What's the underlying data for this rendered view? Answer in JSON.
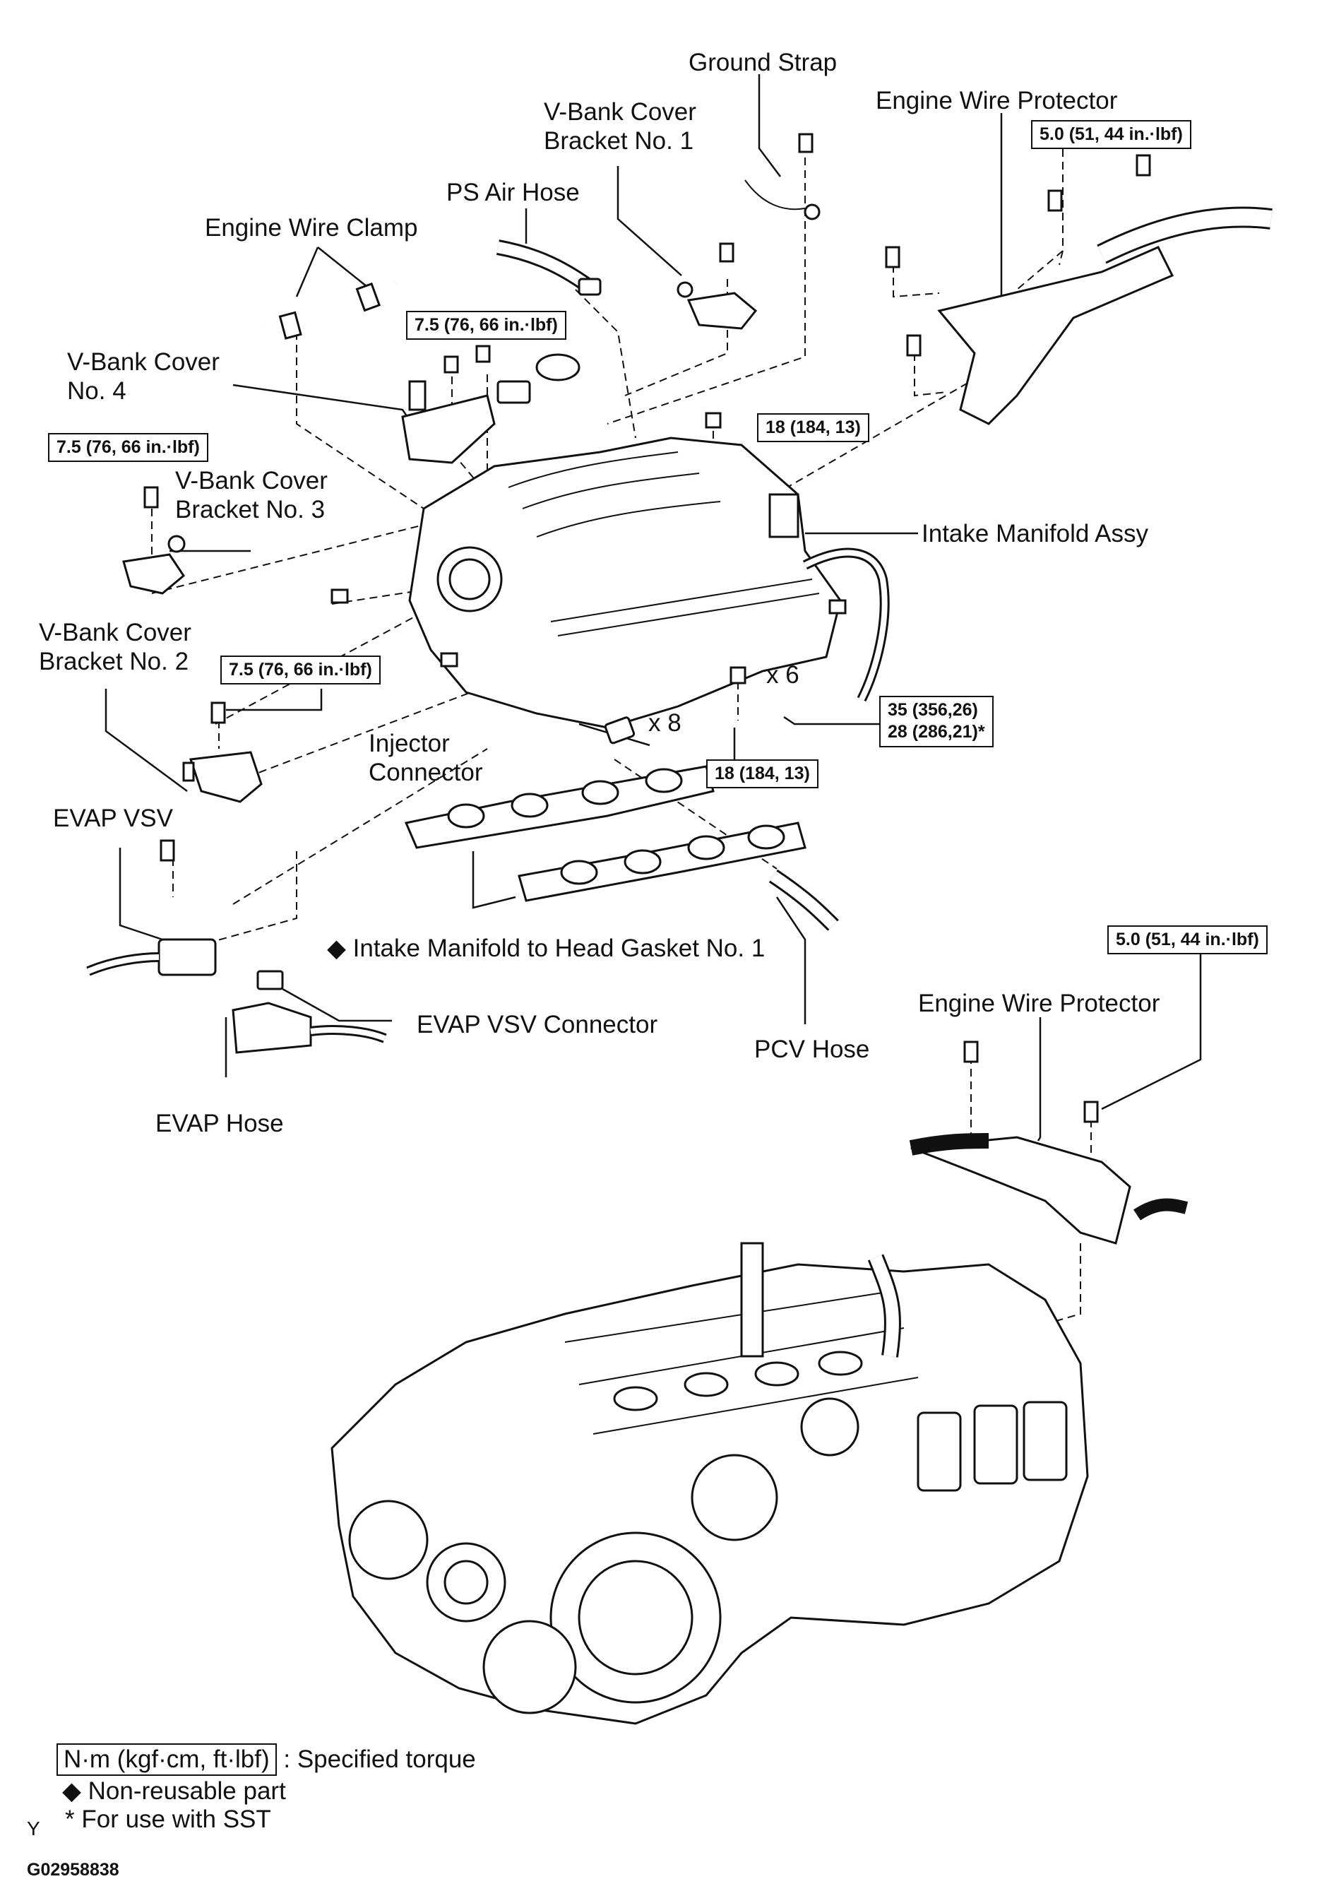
{
  "labels": {
    "ground_strap": "Ground Strap",
    "engine_wire_protector_top": "Engine Wire Protector",
    "vbank_cover_bracket_1": [
      "V-Bank  Cover",
      "Bracket No. 1"
    ],
    "ps_air_hose": "PS Air Hose",
    "engine_wire_clamp": "Engine Wire Clamp",
    "vbank_cover_4": [
      "V-Bank  Cover",
      "No. 4"
    ],
    "vbank_cover_bracket_3": [
      "V-Bank  Cover",
      "Bracket No. 3"
    ],
    "intake_manifold_assy": "Intake Manifold Assy",
    "vbank_cover_bracket_2": [
      "V-Bank  Cover",
      "Bracket No. 2"
    ],
    "x6": "x 6",
    "x8": "x 8",
    "injector_connector": [
      "Injector",
      "Connector"
    ],
    "evap_vsv": "EVAP VSV",
    "intake_gasket": "◆ Intake Manifold to Head Gasket No. 1",
    "evap_vsv_connector": "EVAP VSV Connector",
    "pcv_hose": "PCV Hose",
    "evap_hose": "EVAP Hose",
    "engine_wire_protector_bottom": "Engine Wire Protector"
  },
  "torques": {
    "t_50_top": "5.0 (51, 44 in.·lbf)",
    "t_75_vbank4": "7.5 (76, 66 in.·lbf)",
    "t_75_bracket3": "7.5 (76, 66 in.·lbf)",
    "t_18_top": "18 (184, 13)",
    "t_75_bracket2": "7.5 (76, 66 in.·lbf)",
    "t_35": [
      "35 (356,26)",
      "28 (286,21)*"
    ],
    "t_18_bottom": "18 (184, 13)",
    "t_50_bottom": "5.0 (51, 44 in.·lbf)"
  },
  "legend": {
    "torque_unit": "N·m (kgf·cm, ft·lbf)",
    "torque_desc": ": Specified torque",
    "non_reusable": "◆  Non-reusable part",
    "sst": "*  For use with SST",
    "y_mark": "Y",
    "figure_id": "G02958838"
  }
}
